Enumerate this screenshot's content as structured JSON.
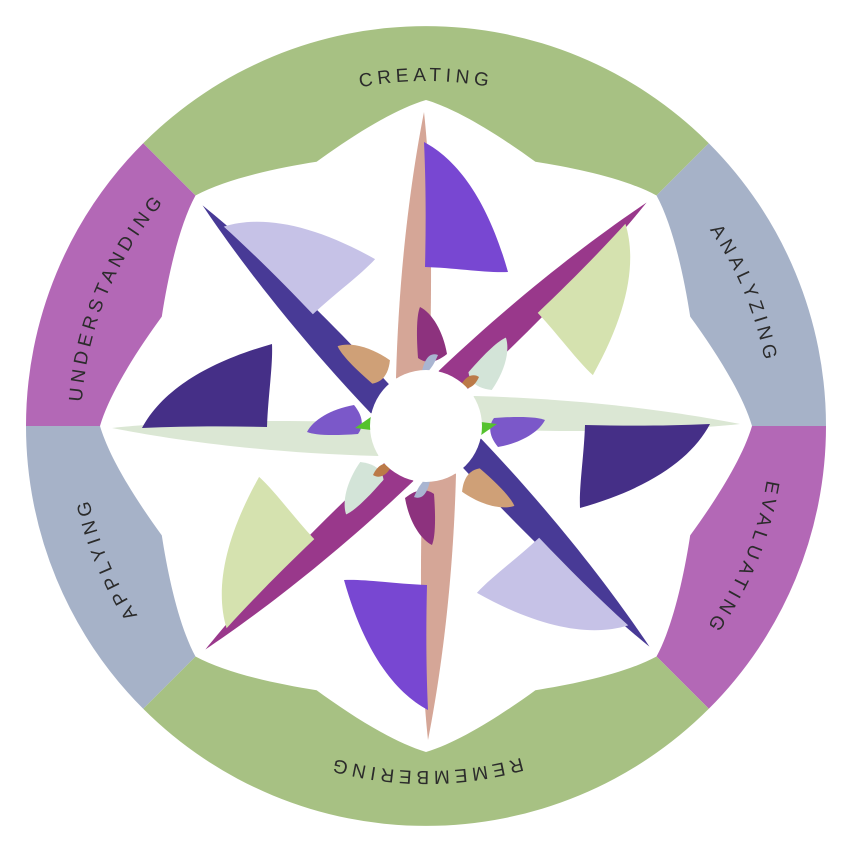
{
  "wheel": {
    "background_color": "#ffffff",
    "label_color": "#2b2b2b",
    "center_color": "#ffffff",
    "segments": [
      {
        "id": "creating",
        "label": "CREATING",
        "color": "#a7c183",
        "start_angle": 135,
        "end_angle": 45,
        "label_angle": 90
      },
      {
        "id": "analyzing",
        "label": "ANALYZING",
        "color": "#a6b2c8",
        "start_angle": 45,
        "end_angle": 0,
        "label_angle": 22.5
      },
      {
        "id": "evaluating",
        "label": "EVALUATING",
        "color": "#b368b6",
        "start_angle": 0,
        "end_angle": -45,
        "label_angle": -22.5
      },
      {
        "id": "remembering",
        "label": "REMEMBERING",
        "color": "#a7c183",
        "start_angle": -45,
        "end_angle": -135,
        "label_angle": -90
      },
      {
        "id": "applying",
        "label": "APPLYING",
        "color": "#a6b2c8",
        "start_angle": -135,
        "end_angle": -180,
        "label_angle": -157.5
      },
      {
        "id": "understanding",
        "label": "UNDERSTANDING",
        "color": "#b368b6",
        "start_angle": 180,
        "end_angle": 135,
        "label_angle": 157.5
      }
    ],
    "pinwheel": {
      "directions": [
        "up",
        "upper-right",
        "right",
        "lower-right",
        "down",
        "lower-left",
        "left",
        "upper-left"
      ],
      "long_petals": {
        "names": [
          "tan",
          "magenta",
          "sage",
          "indigo"
        ],
        "colors": [
          "#d5a697",
          "#99388b",
          "#dbe7d4",
          "#483a96"
        ]
      },
      "sails": {
        "names": [
          "purple",
          "pale-green",
          "dark-violet",
          "lavender"
        ],
        "colors": [
          "#7847d2",
          "#d5e2af",
          "#452f87",
          "#c6c2e7"
        ]
      },
      "hub_fins": {
        "names": [
          "plum",
          "mint",
          "violet",
          "sandy"
        ],
        "colors": [
          "#8d327e",
          "#d3e4d8",
          "#7b58c9",
          "#cfa077"
        ]
      },
      "hub_accents": {
        "bright_green": "#55c22e",
        "blue_gray": "#a9b5d1",
        "brown": "#bb7a48"
      }
    }
  }
}
